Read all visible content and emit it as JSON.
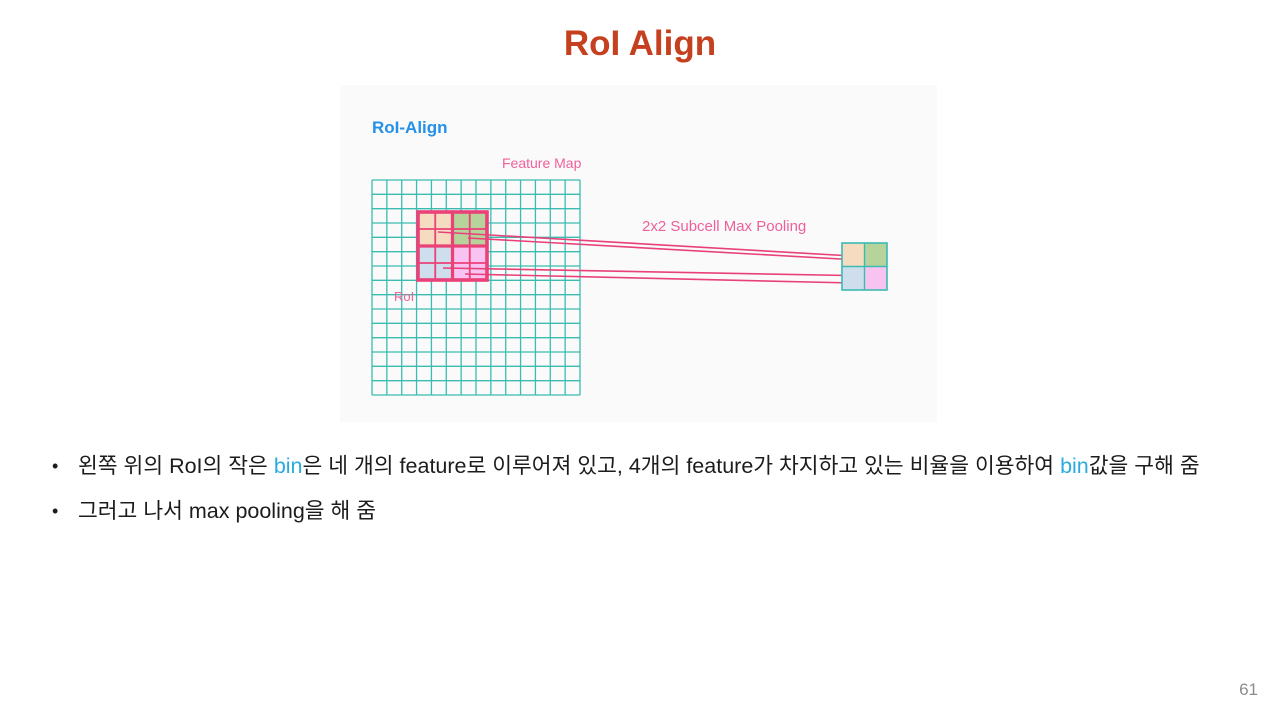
{
  "slide": {
    "title": "RoI Align",
    "page_number": "61"
  },
  "colors": {
    "title": "#C5401E",
    "body_text": "#1C1C1C",
    "accent_blue": "#29ABE2",
    "page_number": "#8C8C8C",
    "diagram_bg": "#FAFAFB",
    "grid_teal": "#3BBCB1",
    "roi_pink": "#EA4178",
    "arrow_pink": "#E8417A",
    "label_blue": "#2490E8",
    "label_pink": "#F0609A",
    "bin_peach": "#F5DCC0",
    "bin_green": "#B5D39B",
    "bin_blue": "#CEDEED",
    "bin_pink": "#F8C3F1"
  },
  "diagram": {
    "labels": {
      "roi_align": "RoI-Align",
      "feature_map": "Feature Map",
      "roi": "RoI",
      "pooling": "2x2 Subcell Max Pooling"
    },
    "feature_map_grid": {
      "cols": 14,
      "rows": 15
    },
    "roi_bins": [
      [
        "peach",
        "peach",
        "green",
        "green"
      ],
      [
        "peach",
        "peach",
        "green",
        "green"
      ],
      [
        "blue",
        "blue",
        "pink",
        "pink"
      ],
      [
        "blue",
        "blue",
        "pink",
        "pink"
      ]
    ],
    "output_grid": [
      [
        "peach",
        "green"
      ],
      [
        "blue",
        "pink"
      ]
    ]
  },
  "bullets": [
    {
      "segments": [
        {
          "text": "왼쪽 위의 RoI의 작은 "
        },
        {
          "text": "bin",
          "accent": true
        },
        {
          "text": "은 네 개의 feature로 이루어져 있고, 4개의 feature가 차지하고 있는 비율을 이용하여 "
        },
        {
          "text": "bin",
          "accent": true
        },
        {
          "text": "값을 구해 줌"
        }
      ]
    },
    {
      "segments": [
        {
          "text": "그러고 나서 max pooling을 해 줌"
        }
      ]
    }
  ]
}
